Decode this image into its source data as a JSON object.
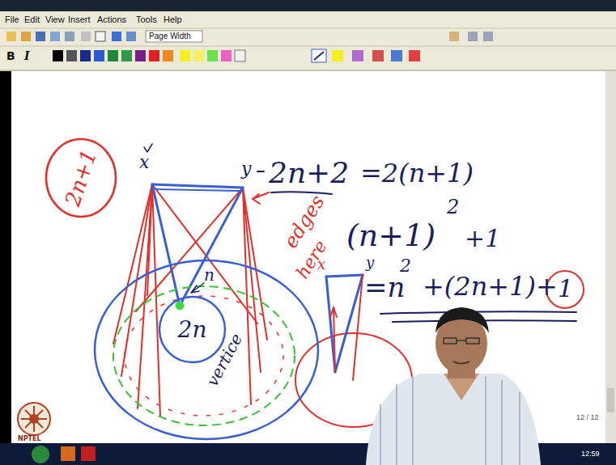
{
  "diagram": {
    "nodes": [
      {
        "text": [
          "2n+1"
        ]
      },
      {
        "text": [
          "vertice"
        ]
      },
      {
        "text": [
          "2n"
        ],
        "in": 1
      }
    ],
    "labels": [
      "File",
      "Edit",
      "View",
      "Insert",
      "Actions",
      "Tools",
      "Help",
      "Page Width",
      "B",
      "I",
      "x",
      "y",
      "2n+2",
      "=2(n+1)",
      "(n+1)",
      "2",
      "+1",
      "=n",
      "2",
      "+(2n+1)+",
      "1",
      "edges",
      "here",
      "n",
      "x",
      "y",
      "12 / 12",
      "NPTEL",
      "12:59"
    ]
  }
}
